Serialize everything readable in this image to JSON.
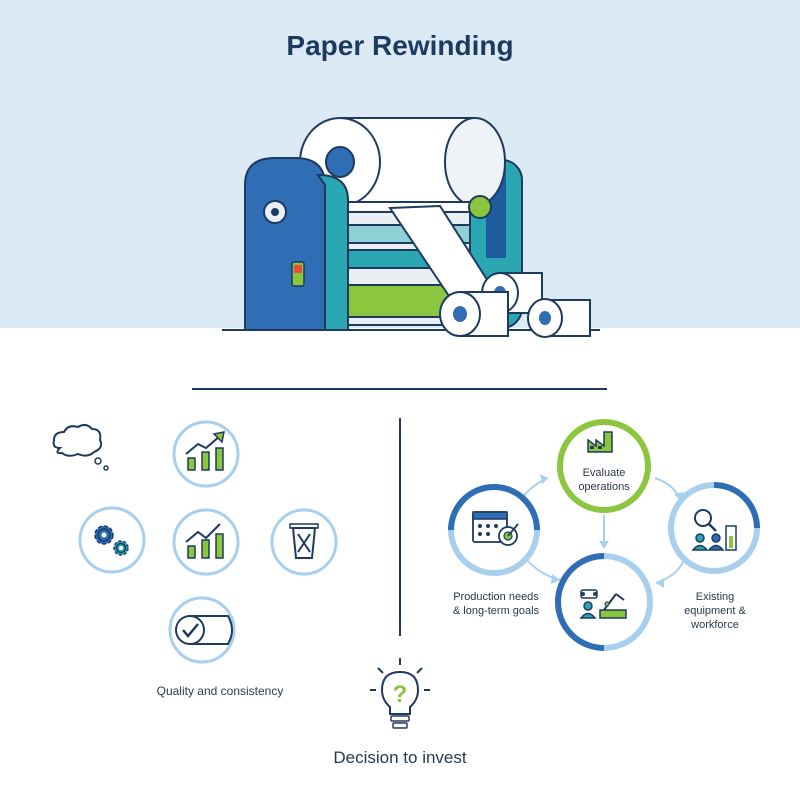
{
  "title": "Paper Rewinding",
  "left_panel": {
    "quality_label": "Quality and consistency"
  },
  "right_panel": {
    "evaluate_label_line1": "Evaluate",
    "evaluate_label_line2": "operations",
    "production_label_line1": "Production needs",
    "production_label_line2": "& long-term goals",
    "existing_label_line1": "Existing",
    "existing_label_line2": "equipment &",
    "existing_label_line3": "workforce"
  },
  "decision": {
    "label": "Decision to invest",
    "symbol": "?"
  },
  "colors": {
    "navy": "#1d3a5f",
    "blue": "#2f6db5",
    "teal": "#2aa7b3",
    "green": "#8cc63f",
    "light_blue": "#a9cfee",
    "background": "#dceaf6"
  },
  "icons": [
    "thought-bubble-icon",
    "growth-chart-icon",
    "gears-icon",
    "trash-bin-icon",
    "check-roll-icon",
    "factory-icon",
    "calendar-target-icon",
    "team-analysis-icon",
    "robot-arm-icon",
    "lightbulb-question-icon"
  ]
}
